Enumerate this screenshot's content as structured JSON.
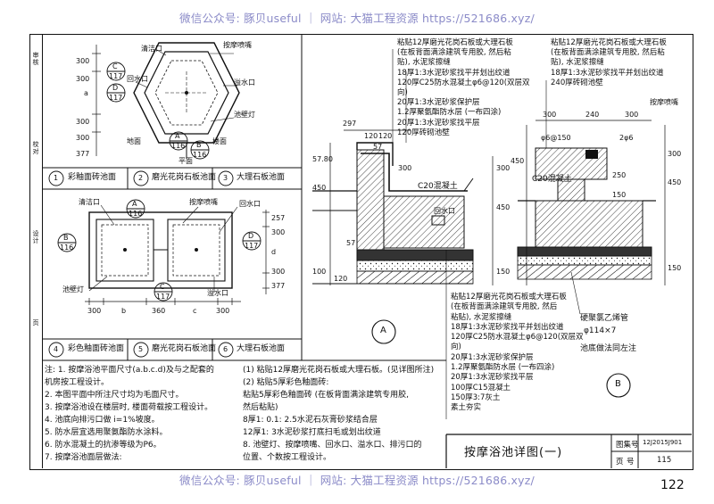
{
  "watermark": "微信公众号: 豚贝useful ｜ 网站: 大猫工程资源 https://521686.xyz/",
  "side_stamp": [
    "审核",
    "校对",
    "设计",
    "页"
  ],
  "plan_top": {
    "labels": {
      "cleanout": "清洁口",
      "jet": "按摩喷嘴",
      "return": "回水口",
      "overflow": "溢水口",
      "wall_light": "池壁灯",
      "ground": "地面",
      "floor": "楼面",
      "plan": "平面"
    },
    "dims": [
      "300",
      "300",
      "a",
      "300",
      "300",
      "377"
    ],
    "callouts": [
      {
        "letter": "C",
        "num": "117"
      },
      {
        "letter": "D",
        "num": "117"
      },
      {
        "letter": "A",
        "num": "116"
      },
      {
        "letter": "B",
        "num": "116"
      }
    ]
  },
  "legend_top": [
    {
      "num": "1",
      "text": "彩釉面砖池面"
    },
    {
      "num": "2",
      "text": "磨光花岗石板池面"
    },
    {
      "num": "3",
      "text": "大理石板池面"
    }
  ],
  "plan_bottom": {
    "labels": {
      "cleanout": "清洁口",
      "jet": "按摩喷嘴",
      "return": "回水口",
      "wall_light": "池壁灯",
      "overflow": "溢水口"
    },
    "dims_h": [
      "300",
      "b",
      "360",
      "c",
      "300"
    ],
    "dims_v": [
      "257",
      "300",
      "d",
      "300",
      "377"
    ],
    "callouts": [
      {
        "letter": "A",
        "num": "116"
      },
      {
        "letter": "B",
        "num": "116"
      },
      {
        "letter": "D",
        "num": "117"
      },
      {
        "letter": "C",
        "num": "117"
      }
    ]
  },
  "legend_bottom": [
    {
      "num": "4",
      "text": "彩色釉面砖池面"
    },
    {
      "num": "5",
      "text": "磨光花岗石板池面"
    },
    {
      "num": "6",
      "text": "大理石板池面"
    }
  ],
  "section_a": {
    "mark": "A",
    "layers": [
      "粘贴12厚磨光花岗石板或大理石板",
      "(在板背面满涂建筑专用胶, 然后粘",
      "贴), 水泥浆擦缝",
      "18厚1:3水泥砂浆找平并划出纹道",
      "120厚C25防水混凝土φ6@120(双层双",
      "向)",
      "20厚1:3水泥砂浆保护层",
      "1.2厚聚氨酯防水层 (一布四涂)",
      "20厚1:3水泥砂浆找平层",
      "120厚砖砌池壁"
    ],
    "dims": [
      "297",
      "120",
      "120",
      "57",
      "57.80",
      "300",
      "450",
      "300",
      "450",
      "150",
      "100",
      "120",
      "57"
    ],
    "labels": {
      "c20": "C20混凝土",
      "return": "回水口"
    },
    "bottom_layers": [
      "粘贴12厚磨光花岗石板或大理石板",
      "(在板背面满涂建筑专用胶, 然后",
      "粘贴), 水泥浆擦缝",
      "18厚1:3水泥砂浆找平并划出纹道",
      "120厚C25防水混凝土φ6@120(双层双",
      "向)",
      "20厚1:3水泥砂浆保护层",
      "1.2厚聚氨酯防水层 (一布四涂)",
      "20厚1:3水泥砂浆找平层",
      "100厚C15混凝土",
      "150厚3:7灰土",
      "素土夯实"
    ]
  },
  "section_b": {
    "mark": "B",
    "layers": [
      "粘贴12厚磨光花岗石板或大理石板",
      "(在板背面满涂建筑专用胶, 然后粘",
      "贴), 水泥浆擦缝",
      "18厚1:3水泥砂浆找平并划出纹道",
      "240厚砖砌池壁"
    ],
    "dims": [
      "300",
      "240",
      "300",
      "450",
      "250",
      "150",
      "450",
      "300",
      "150"
    ],
    "labels": {
      "jet": "按摩喷嘴",
      "rebar1": "φ6@150",
      "rebar2": "2φ6",
      "c20": "C20混凝土",
      "pipe": "硬聚氯乙烯管",
      "pipe_size": "φ114×7",
      "base": "池底做法同左注"
    }
  },
  "notes_left": [
    "注: 1. 按摩浴池平面尺寸(a.b.c.d)及与之配套的",
    "       机房按工程设计。",
    "   2. 本图平面中所注尺寸均为毛面尺寸。",
    "   3. 按摩浴池设在楼层时, 楼面荷载按工程设计。",
    "   4. 池底向排污口做 i=1%坡度。",
    "   5. 防水层宜选用聚氨酯防水涂料。",
    "   6. 防水混凝土的抗渗等级为P6。",
    "   7. 按摩浴池面层做法:"
  ],
  "notes_right": [
    "(1) 粘贴12厚磨光花岗石板或大理石板。(见详图所注)",
    "(2) 粘贴5厚彩色釉面砖:",
    "     粘贴5厚彩色釉面砖 (在板背面满涂建筑专用胶,",
    "     然后粘贴)",
    "     8厚1: 0.1: 2.5水泥石灰膏砂浆结合层",
    "     12厚1: 3水泥砂浆打底扫毛或划出纹道",
    "8. 池壁灯、按摩喷嘴、回水口、溢水口、排污口的",
    "   位置、个数按工程设计。"
  ],
  "title_block": {
    "title": "按摩浴池详图(一)",
    "set_label": "图集号",
    "set_no": "12J2015J901",
    "page_label": "页",
    "page_word": "号",
    "page_no": "115"
  },
  "page_number": "122"
}
